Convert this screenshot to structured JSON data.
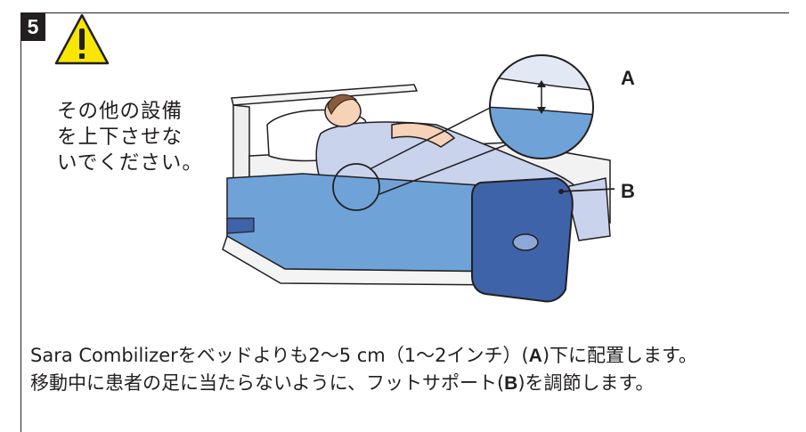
{
  "step": {
    "number": "5"
  },
  "warning": {
    "icon": "warning-triangle-icon",
    "lines": [
      "その他の設備",
      "を上下させな",
      "いでください。"
    ]
  },
  "figure": {
    "label_a": "A",
    "label_b": "B"
  },
  "instructions": {
    "line1_pre": "Sara Combilizerをベッドよりも2〜5 cm（1〜2インチ）(",
    "line1_ref": "A",
    "line1_post": ")下に配置します。",
    "line2_pre": "移動中に患者の足に当たらないように、フットサポート(",
    "line2_ref": "B",
    "line2_post": ")を調節します。"
  },
  "colors": {
    "step_badge": "#231f20",
    "warning_yellow": "#f7e600",
    "mattress_blue": "#6fa3d8",
    "foot_support_blue": "#3f63a8",
    "patient_gown": "#c9d3ec"
  }
}
